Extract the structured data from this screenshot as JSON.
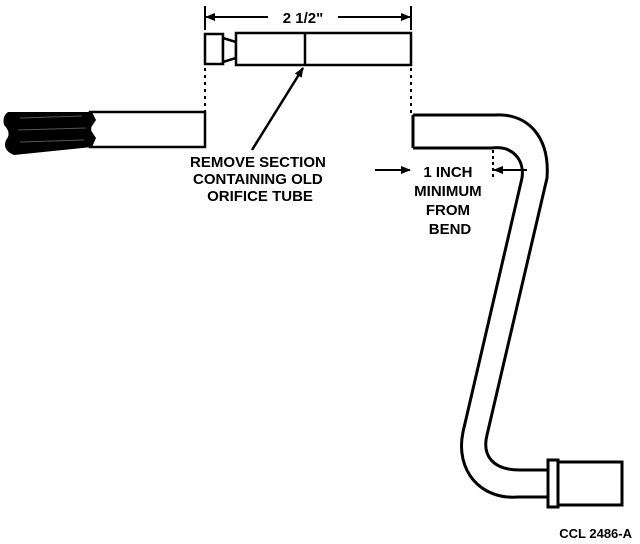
{
  "dimension": {
    "text": "2  1/2\""
  },
  "remove_label": {
    "lines": [
      "REMOVE SECTION",
      "CONTAINING OLD",
      "ORIFICE TUBE"
    ]
  },
  "bend_label": {
    "lines": [
      "1 INCH",
      "MINIMUM",
      "FROM",
      "BEND"
    ]
  },
  "figure_id": "CCL 2486-A",
  "colors": {
    "ink": "#000000",
    "paper": "#ffffff"
  }
}
